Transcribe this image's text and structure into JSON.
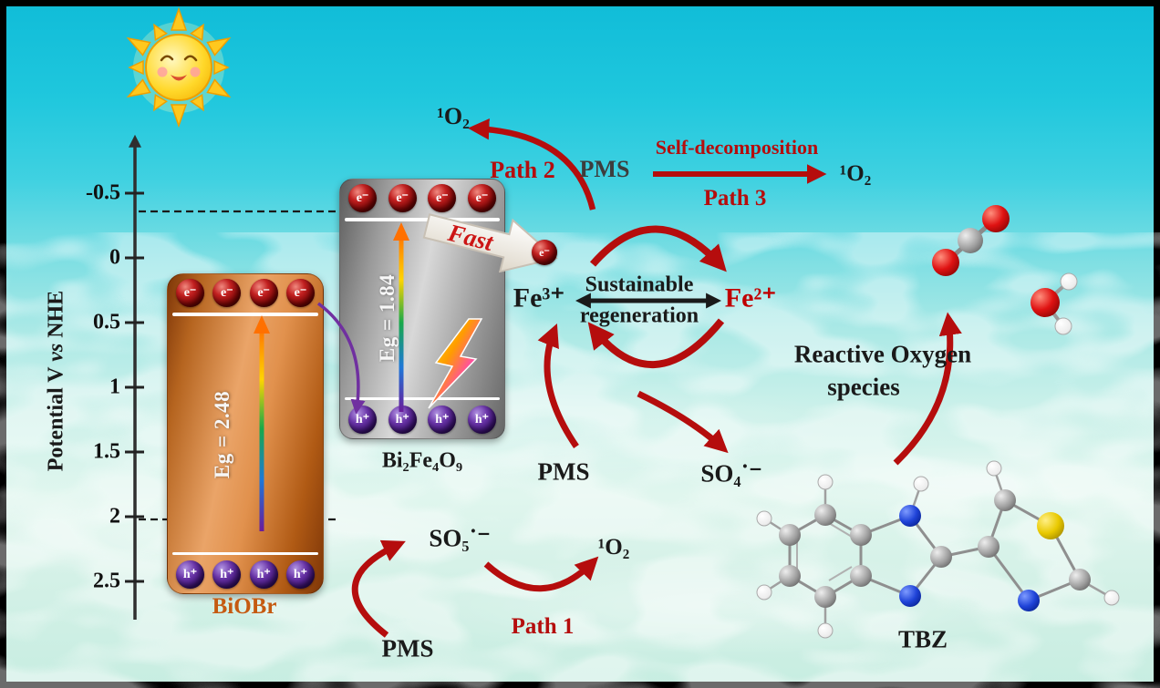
{
  "colors": {
    "arrow_red": "#b50d0d",
    "biobr_label_orange": "#c55a11",
    "fe2_red": "#c00000",
    "water_cyan": "#1fc7dd"
  },
  "axis": {
    "label_pre": "Potential V ",
    "label_italic": "vs",
    "label_post": " NHE",
    "ticks": [
      "-0.5",
      "0",
      "0.5",
      "1",
      "1.5",
      "2",
      "2.5"
    ]
  },
  "biobr": {
    "electron": "e⁻",
    "hole": "h⁺",
    "eg": "Eg = 2.48",
    "label": "BiOBr"
  },
  "bfo": {
    "electron": "e⁻",
    "hole": "h⁺",
    "eg": "Eg = 1.84",
    "label": "Bi₂Fe₄O₉"
  },
  "fast": {
    "label": "Fast",
    "electron": "e⁻"
  },
  "top": {
    "o2_left": "¹O₂",
    "path2": "Path 2",
    "pms": "PMS",
    "self_decomposition": "Self-decomposition",
    "path3": "Path 3",
    "o2_right": "¹O₂"
  },
  "cycle": {
    "fe3": "Fe³⁺",
    "fe2": "Fe²⁺",
    "sustainable1": "Sustainable",
    "sustainable2": "regeneration",
    "pms": "PMS",
    "so4": "SO₄˙⁻"
  },
  "bottom": {
    "so5": "SO₅˙⁻",
    "o2": "¹O₂",
    "path1": "Path 1",
    "pms": "PMS"
  },
  "right": {
    "ros1": "Reactive Oxygen",
    "ros2": "species",
    "tbz": "TBZ"
  }
}
